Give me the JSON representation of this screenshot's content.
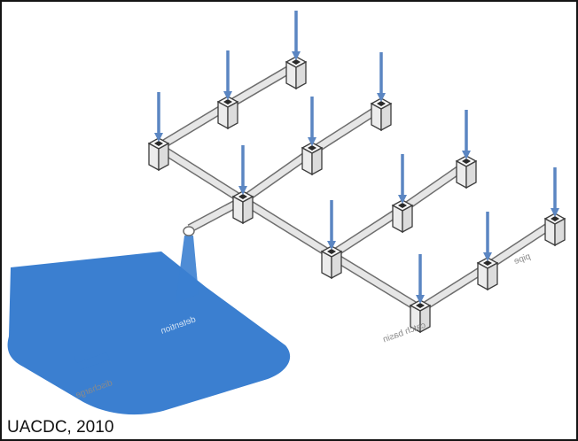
{
  "credit": "UACDC, 2010",
  "labels": {
    "detention": "detention",
    "discharge": "discharge",
    "catch_basin": "catch basin",
    "pipe": "pipe"
  },
  "colors": {
    "arrow": "#5b86c2",
    "pond": "#3b7fd0",
    "pipe_fill": "#e6e6e6",
    "pipe_edge": "#6e6e6e",
    "box_fill": "#ececec",
    "box_edge": "#3c3c3c",
    "frame": "#141414"
  }
}
